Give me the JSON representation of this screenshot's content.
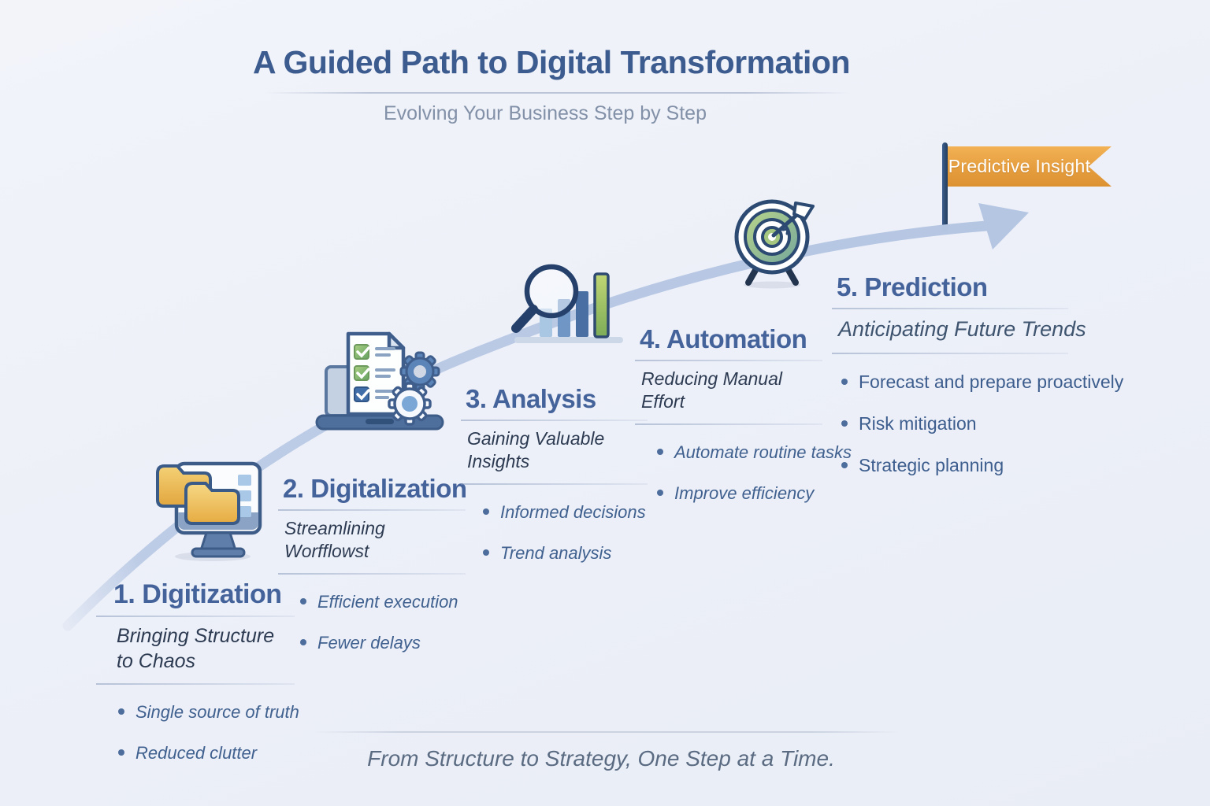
{
  "header": {
    "title": "A Guided Path to Digital Transformation",
    "subtitle": "Evolving Your Business Step by Step"
  },
  "flag": {
    "label": "Predictive Insight"
  },
  "steps": [
    {
      "heading": "1. Digitization",
      "tagline": "Bringing Structure to Chaos",
      "bullets": [
        "Single source of truth",
        "Reduced clutter"
      ],
      "icon": "desktop-folders-icon"
    },
    {
      "heading": "2. Digitalization",
      "tagline": "Streamlining Worfflowst",
      "bullets": [
        "Efficient execution",
        "Fewer delays"
      ],
      "icon": "laptop-checklist-gears-icon"
    },
    {
      "heading": "3. Analysis",
      "tagline": "Gaining Valuable Insights",
      "bullets": [
        "Informed decisions",
        "Trend analysis"
      ],
      "icon": "magnifier-bar-chart-icon"
    },
    {
      "heading": "4. Automation",
      "tagline": "Reducing Manual Effort",
      "bullets": [
        "Automate routine tasks",
        "Improve efficiency"
      ],
      "icon": "target-dart-icon"
    },
    {
      "heading": "5. Prediction",
      "tagline": "Anticipating Future Trends",
      "bullets": [
        "Forecast and prepare proactively",
        "Risk mitigation",
        "Strategic planning"
      ],
      "icon": "flag-banner-icon"
    }
  ],
  "footer": {
    "tagline": "From Structure to Strategy, One Step at a Time."
  },
  "colors": {
    "title_blue": "#3c5b8f",
    "subtitle_gray": "#8291a8",
    "heading_blue": "#45639b",
    "dark_text": "#2d3b52",
    "steel_text": "#40618f",
    "curve_blue": "#b5c6e3",
    "accent_orange": "#e59d3e",
    "banner_text": "#ffffff",
    "footer_gray": "#5a6b82",
    "folder_yellow": "#e8b14a",
    "icon_navy": "#2c4a72",
    "icon_green": "#8cbc72"
  }
}
